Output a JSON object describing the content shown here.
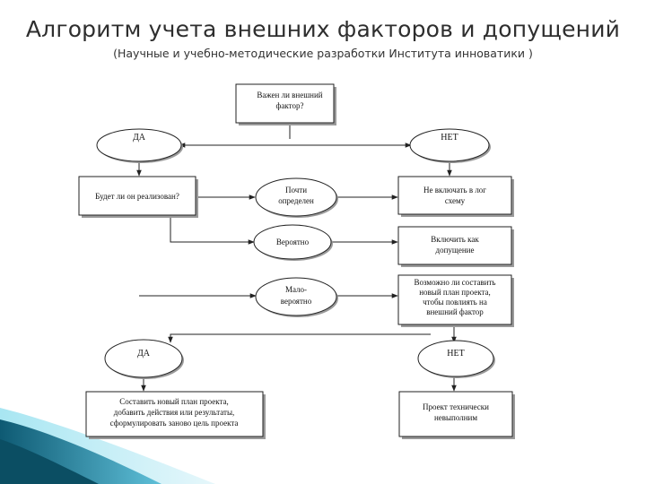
{
  "slide": {
    "title": "Алгоритм учета внешних факторов и допущений",
    "subtitle": "(Научные и учебно-методические разработки Института инноватики )"
  },
  "flowchart": {
    "q_important": [
      "Важен ли внешний",
      "фактор?"
    ],
    "yes_top": "ДА",
    "no_top": "НЕТ",
    "q_realized": "Будет ли он реализован?",
    "almost_certain": [
      "Почти",
      "определен"
    ],
    "exclude": [
      "Не включать в лог",
      "схему"
    ],
    "probable": "Вероятно",
    "include_assumption": [
      "Включить как",
      "допущение"
    ],
    "unlikely": [
      "Мало-",
      "вероятно"
    ],
    "q_new_plan": [
      "Возможно ли составить",
      "новый план проекта,",
      "чтобы повлиять на",
      "внешний фактор"
    ],
    "yes_bottom": "ДА",
    "no_bottom": "НЕТ",
    "new_plan": [
      "Составить новый план проекта,",
      "добавить действия или результаты,",
      "сформулировать заново цель проекта"
    ],
    "not_feasible": [
      "Проект технически",
      "невыполним"
    ]
  },
  "colors": {
    "accent_dark": "#1a6f8a",
    "accent_light": "#7fd3e6",
    "title_text": "#2e2e2e"
  }
}
